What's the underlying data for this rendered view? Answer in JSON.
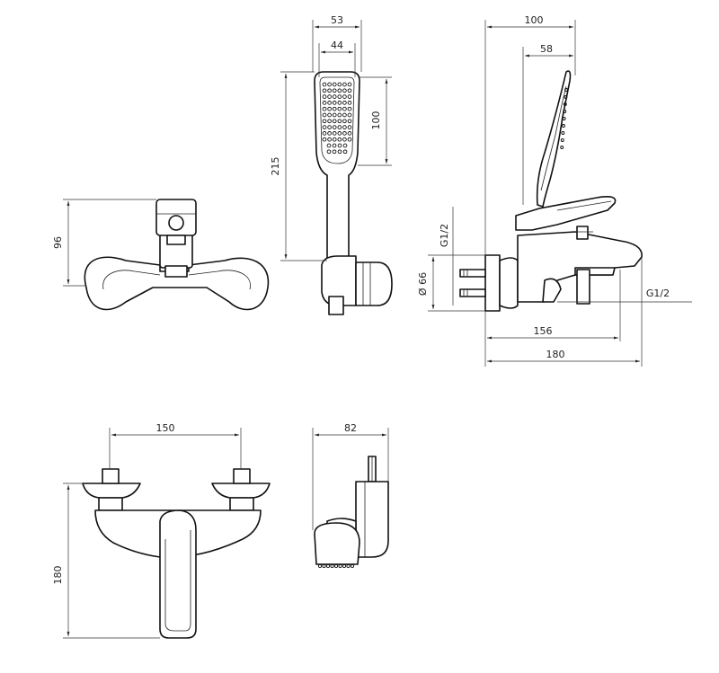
{
  "dimensions": {
    "front_height": "96",
    "hand_width_outer": "53",
    "hand_width_inner": "44",
    "hand_head_height": "100",
    "hand_total_height": "215",
    "side_depth": "100",
    "side_spout_offset": "58",
    "side_thread_left": "G1/2",
    "side_diameter": "Ø 66",
    "side_thread_right": "G1/2",
    "side_spout_reach": "156",
    "side_total_depth": "180",
    "top_center_distance": "150",
    "top_height": "180",
    "holder_width": "82"
  }
}
